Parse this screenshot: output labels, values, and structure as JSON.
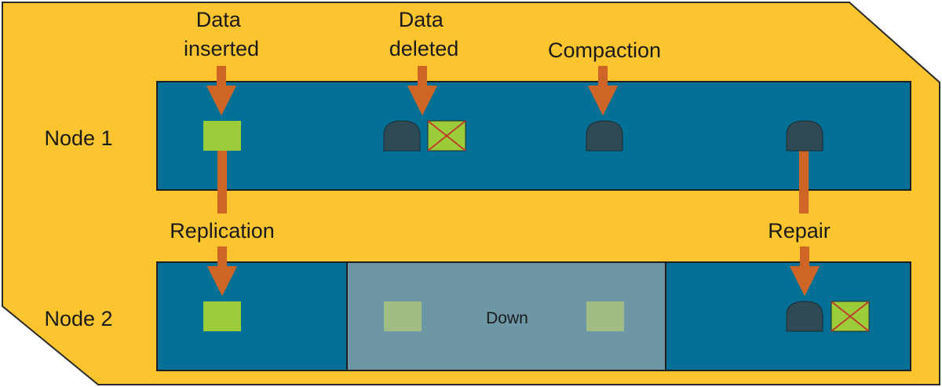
{
  "events": {
    "data_inserted": [
      "Data",
      "inserted"
    ],
    "data_deleted": [
      "Data",
      "deleted"
    ],
    "compaction": "Compaction",
    "replication": "Replication",
    "repair": "Repair"
  },
  "nodes": {
    "node1": "Node 1",
    "node2": "Node 2"
  },
  "node2_status": "Down",
  "colors": {
    "background": "#fcc42f",
    "node_bar": "#037195",
    "down_region": "#6e97a5",
    "arrow": "#cf6427",
    "data_block": "#9bcc3a",
    "data_block_faded": "#9fbd85",
    "tombstone": "#2f4a55",
    "delete_mark": "#c0392b"
  }
}
